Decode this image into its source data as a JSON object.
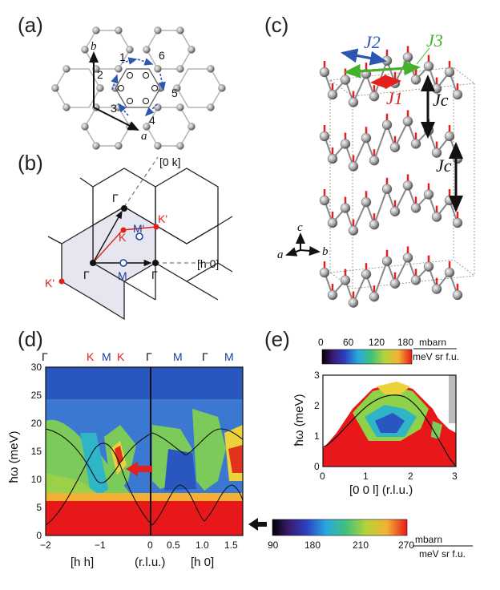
{
  "panels": {
    "a": {
      "label": "(a)",
      "axis_a": "a",
      "axis_b": "b",
      "site_numbers": [
        "1",
        "2",
        "3",
        "4",
        "5",
        "6"
      ]
    },
    "b": {
      "label": "(b)",
      "direction_0k": "[0 k]",
      "direction_h0": "[h 0]",
      "points": {
        "gamma": "Γ",
        "k": "K",
        "k_prime": "K'",
        "m": "M",
        "m_prime": "M'"
      }
    },
    "c": {
      "label": "(c)",
      "couplings": {
        "J1": "J1",
        "J2": "J2",
        "J3": "J3",
        "Jc": "Jc"
      },
      "axes": {
        "a": "a",
        "b": "b",
        "c": "c"
      }
    },
    "d": {
      "label": "(d)",
      "top_points": [
        "Γ",
        "K",
        "M",
        "K",
        "Γ",
        "M",
        "Γ",
        "M"
      ],
      "ylabel": "ħω (meV)",
      "xlabel_left": "[h h]",
      "xlabel_mid": "(r.l.u.)",
      "xlabel_right": "[h 0]",
      "yticks": [
        "0",
        "5",
        "10",
        "15",
        "20",
        "25",
        "30"
      ],
      "xticks_left": [
        "−2",
        "−1",
        "0"
      ],
      "xticks_right": [
        "0.5",
        "1.0",
        "1.5"
      ]
    },
    "e": {
      "label": "(e)",
      "ylabel": "ħω (meV)",
      "xlabel": "[0 0 l] (r.l.u.)",
      "yticks": [
        "0",
        "1",
        "2",
        "3"
      ],
      "xticks": [
        "0",
        "1",
        "2",
        "3"
      ],
      "colorbar": {
        "ticks": [
          "0",
          "60",
          "120",
          "180"
        ],
        "unit_top": "mbarn",
        "unit_bottom": "meV sr f.u."
      }
    },
    "bottom_colorbar": {
      "ticks": [
        "90",
        "180",
        "210",
        "270"
      ],
      "unit_top": "mbarn",
      "unit_bottom": "meV sr f.u."
    }
  },
  "colors": {
    "blue_label": "#1a3fa0",
    "red_label": "#e02020",
    "green_label": "#45b02a",
    "arrow_red": "#e3201b",
    "arrow_blue": "#2d56b3",
    "hex_shade": "#e6e6f0"
  }
}
